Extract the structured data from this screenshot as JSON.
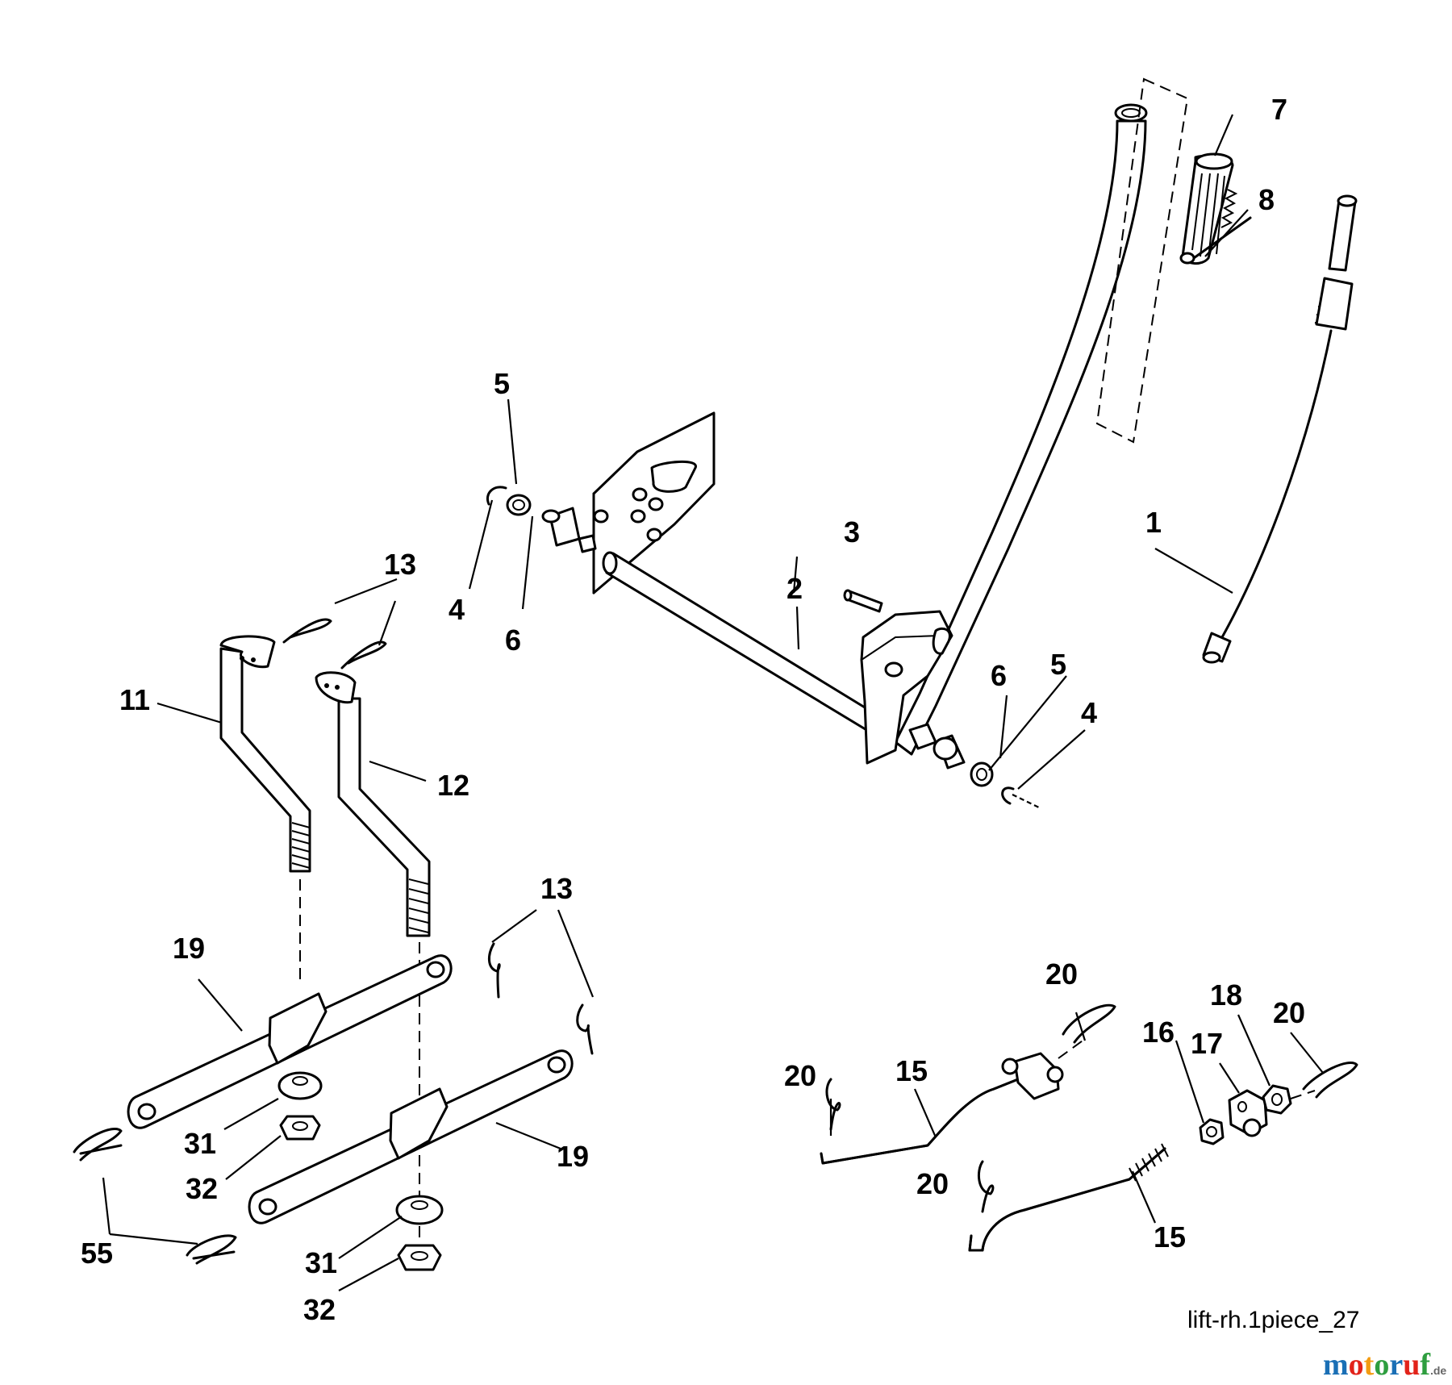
{
  "callouts": {
    "c1": "1",
    "c2": "2",
    "c3": "3",
    "c4a": "4",
    "c4b": "4",
    "c5a": "5",
    "c5b": "5",
    "c6a": "6",
    "c6b": "6",
    "c7": "7",
    "c8": "8",
    "c11": "11",
    "c12": "12",
    "c13a": "13",
    "c13b": "13",
    "c15a": "15",
    "c15b": "15",
    "c16": "16",
    "c17": "17",
    "c18": "18",
    "c19a": "19",
    "c19b": "19",
    "c20a": "20",
    "c20b": "20",
    "c20c": "20",
    "c20d": "20",
    "c31a": "31",
    "c31b": "31",
    "c32a": "32",
    "c32b": "32",
    "c55": "55"
  },
  "figure_id": "lift-rh.1piece_27",
  "watermark": {
    "letters": [
      "m",
      "o",
      "t",
      "o",
      "r",
      "u",
      "f"
    ],
    "letter_colors": [
      "#1a6fb5",
      "#e2231a",
      "#f39c12",
      "#2e9e3f",
      "#1a6fb5",
      "#e2231a",
      "#2e9e3f"
    ],
    "suffix": ".de"
  }
}
